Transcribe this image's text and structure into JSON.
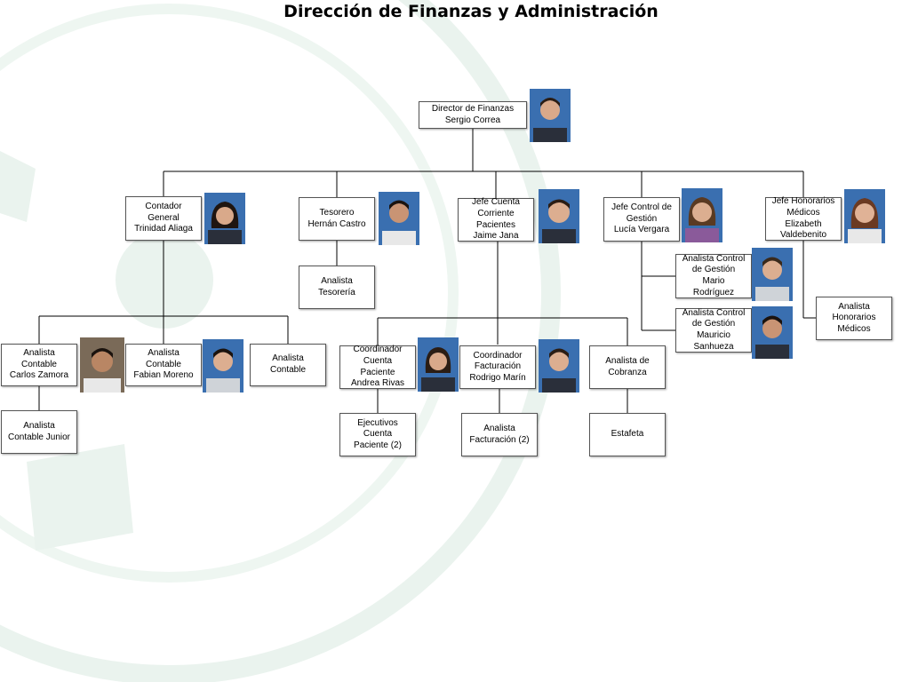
{
  "title": "Dirección de Finanzas y Administración",
  "colors": {
    "line": "#000000",
    "box_border": "#555555",
    "watermark": "#eaf3ee",
    "photo_bg": "#3a6fb0"
  },
  "nodes": {
    "director": "Director de Finanzas\nSergio Correa",
    "contador": "Contador\nGeneral\nTrinidad Aliaga",
    "tesorero": "Tesorero\nHernán Castro",
    "jefe_cuenta": "Jefe Cuenta\nCorriente\nPacientes\nJaime Jana",
    "jefe_control": "Jefe Control de\nGestión\nLucía Vergara",
    "jefe_honorarios": "Jefe Honorarios\nMédicos\nElizabeth\nValdebenito",
    "analista_tesoreria": "Analista\nTesorería",
    "analista_cg_mario": "Analista Control\nde Gestión\nMario\nRodríguez",
    "analista_cg_mauricio": "Analista Control\nde Gestión\nMauricio\nSanhueza",
    "analista_honorarios": "Analista\nHonorarios\nMédicos",
    "analista_carlos": "Analista\nContable\nCarlos Zamora",
    "analista_fabian": "Analista\nContable\nFabian Moreno",
    "analista_contable": "Analista\nContable",
    "analista_junior": "Analista\nContable Junior",
    "coord_cuenta": "Coordinador\nCuenta\nPaciente\nAndrea Rivas",
    "coord_facturacion": "Coordinador\nFacturación\nRodrigo Marín",
    "analista_cobranza": "Analista de\nCobranza",
    "ejecutivos": "Ejecutivos\nCuenta\nPaciente (2)",
    "analista_facturacion": "Analista\nFacturación (2)",
    "estafeta": "Estafeta"
  }
}
